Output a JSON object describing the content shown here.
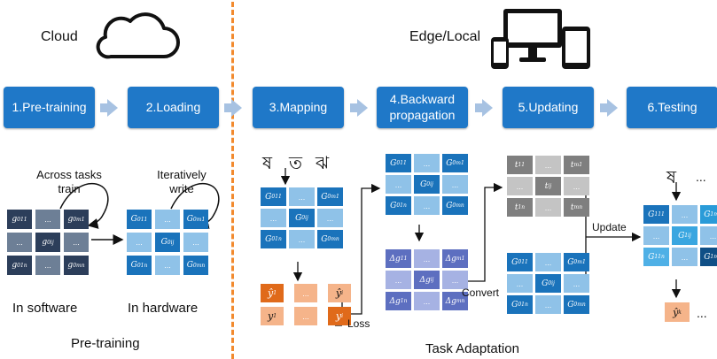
{
  "header": {
    "cloud_label": "Cloud",
    "edge_label": "Edge/Local"
  },
  "steps": [
    {
      "label": "1.Pre-training"
    },
    {
      "label": "2.Loading"
    },
    {
      "label": "3.Mapping"
    },
    {
      "label": "4.Backward propagation"
    },
    {
      "label": "5.Updating"
    },
    {
      "label": "6.Testing"
    }
  ],
  "pretraining": {
    "across_tasks_label": "Across tasks train",
    "iteratively_label": "Iteratively write",
    "software_label": "In software",
    "hardware_label": "In hardware",
    "section_label": "Pre-training"
  },
  "adaptation": {
    "loss_label": "Loss",
    "convert_label": "Convert",
    "update_label": "Update",
    "section_label": "Task Adaptation",
    "input_chars": [
      "ষ",
      "ত",
      "ঝ"
    ],
    "test_char": "ষ",
    "ellipsis": "..."
  },
  "colors": {
    "step_blue": "#1f78c8",
    "arrow_light": "#a7c2e2",
    "divider_orange": "#f28a2e",
    "software_cell": "#2c3e5a",
    "orange_dark": "#e06a1a",
    "orange_light": "#f5b48a"
  }
}
